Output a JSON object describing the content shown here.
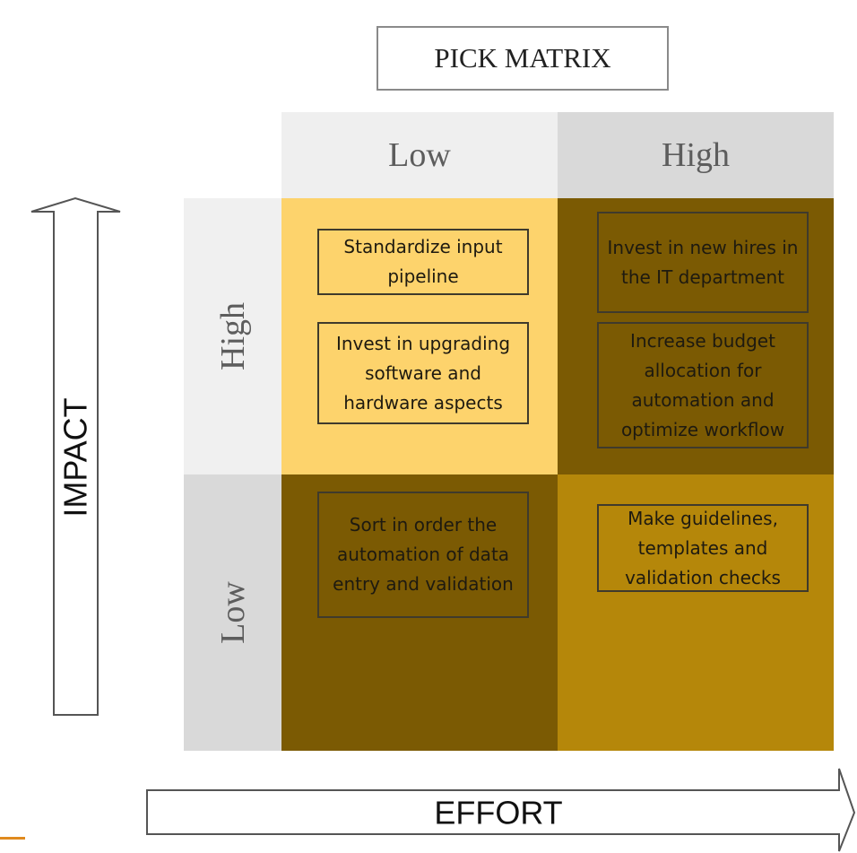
{
  "title": "PICK MATRIX",
  "columns": {
    "low": "Low",
    "high": "High"
  },
  "rows": {
    "high": "High",
    "low": "Low"
  },
  "axes": {
    "y_label": "IMPACT",
    "x_label": "EFFORT"
  },
  "quadrants": {
    "high_impact_low_effort": [
      "Standardize input pipeline",
      "Invest in upgrading software and hardware aspects"
    ],
    "high_impact_high_effort": [
      "Invest in new hires in the IT department",
      "Increase budget allocation for automation and optimize workflow"
    ],
    "low_impact_low_effort": [
      "Sort in order the automation of data entry and validation"
    ],
    "low_impact_high_effort": [
      "Make guidelines, templates and validation checks"
    ]
  },
  "colors": {
    "high_impact_low_effort": "#fdd36c",
    "high_impact_high_effort": "#7b5a03",
    "low_impact_low_effort": "#7b5a03",
    "low_impact_high_effort": "#b5870a"
  }
}
